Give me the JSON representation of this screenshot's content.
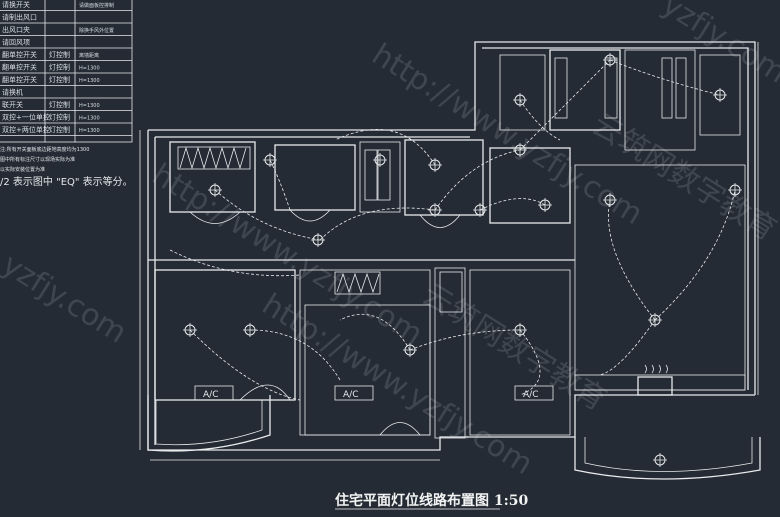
{
  "legend": {
    "rows": [
      {
        "name": "请换开关",
        "type": "",
        "note": "请做面板控排制"
      },
      {
        "name": "请制出风口",
        "type": "",
        "note": ""
      },
      {
        "name": "出风口夹",
        "type": "",
        "note": "除换手风外位置"
      },
      {
        "name": "请回风项",
        "type": "",
        "note": ""
      },
      {
        "name": "翻单控开关",
        "type": "灯控制",
        "note": "离墙距离"
      },
      {
        "name": "翻单控开关",
        "type": "灯控制",
        "note": "H=1300"
      },
      {
        "name": "翻单控开关",
        "type": "灯控制",
        "note": "H=1300"
      },
      {
        "name": "请换机",
        "type": "",
        "note": ""
      },
      {
        "name": "联开关",
        "type": "灯控制",
        "note": "H=1300"
      },
      {
        "name": "双控+一位单控",
        "type": "灯控制",
        "note": "H=1300"
      },
      {
        "name": "双控+两位单控",
        "type": "灯控制",
        "note": "H=1300"
      }
    ],
    "footnote_1": "注:所有开关面板底边距地高度均为1300",
    "footnote_2": "图中所有标注尺寸以现场实际为准",
    "footnote_3": "以实际安装位置为准"
  },
  "note": "/2 表示图中 \"EQ\" 表示等分。",
  "ac_labels": [
    "A/C",
    "A/C",
    "A/C"
  ],
  "title": "住宅平面灯位线路布置图 1:50",
  "watermarks": [
    "http://www.yzfjy.com",
    "云筑网数字教育",
    "yzfjy.com"
  ],
  "colors": {
    "background": "#242b34",
    "lines": "#e8eaec"
  }
}
